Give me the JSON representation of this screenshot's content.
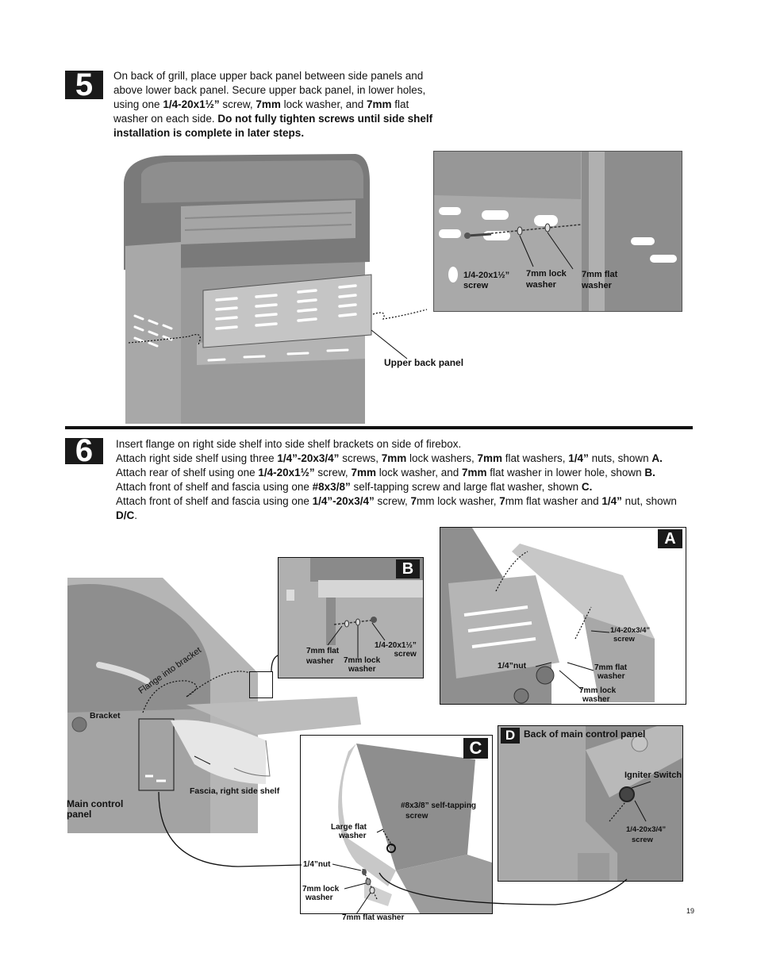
{
  "step5": {
    "number": "5",
    "lines": [
      [
        {
          "t": "On back of grill, place upper back panel between side panels and"
        }
      ],
      [
        {
          "t": "above lower back panel. Secure upper back panel, in lower holes,"
        }
      ],
      [
        {
          "t": "using one "
        },
        {
          "t": "1/4-20x1½”",
          "b": true
        },
        {
          "t": " screw, "
        },
        {
          "t": "7mm",
          "b": true
        },
        {
          "t": " lock washer, and "
        },
        {
          "t": "7mm",
          "b": true
        },
        {
          "t": " flat"
        }
      ],
      [
        {
          "t": "washer on each side. "
        },
        {
          "t": "Do not fully tighten screws until side shelf",
          "b": true
        }
      ],
      [
        {
          "t": "installation is complete in later steps.",
          "b": true
        }
      ]
    ],
    "labels": {
      "upper_back_panel": "Upper back panel",
      "screw_a": "1/4-20x1½”",
      "screw_b": "screw",
      "lock_a": "7mm lock",
      "lock_b": "washer",
      "flat_a": "7mm flat",
      "flat_b": "washer"
    }
  },
  "step6": {
    "number": "6",
    "lines": [
      [
        {
          "t": "Insert flange on right side shelf into side shelf brackets on side of firebox."
        }
      ],
      [
        {
          "t": "Attach right side shelf using three "
        },
        {
          "t": "1/4”-20x3/4”",
          "b": true
        },
        {
          "t": " screws, "
        },
        {
          "t": "7mm",
          "b": true
        },
        {
          "t": " lock washers, "
        },
        {
          "t": "7mm",
          "b": true
        },
        {
          "t": " flat washers, "
        },
        {
          "t": "1/4”",
          "b": true
        },
        {
          "t": " nuts, shown "
        },
        {
          "t": "A.",
          "b": true
        }
      ],
      [
        {
          "t": "Attach rear of shelf using one "
        },
        {
          "t": "1/4-20x1½”",
          "b": true
        },
        {
          "t": " screw, "
        },
        {
          "t": "7mm",
          "b": true
        },
        {
          "t": " lock washer, and "
        },
        {
          "t": "7mm",
          "b": true
        },
        {
          "t": " flat washer in lower hole, shown "
        },
        {
          "t": "B.",
          "b": true
        }
      ],
      [
        {
          "t": "Attach front of shelf and fascia using one "
        },
        {
          "t": "#8x3/8”",
          "b": true
        },
        {
          "t": " self-tapping screw and large  flat washer, shown "
        },
        {
          "t": "C.",
          "b": true
        }
      ],
      [
        {
          "t": "Attach front of shelf and fascia using one "
        },
        {
          "t": "1/4”-20x3/4”",
          "b": true
        },
        {
          "t": " screw, "
        },
        {
          "t": "7",
          "b": true
        },
        {
          "t": "mm lock washer, "
        },
        {
          "t": "7",
          "b": true
        },
        {
          "t": "mm flat washer and "
        },
        {
          "t": "1/4”",
          "b": true
        },
        {
          "t": " nut, shown "
        },
        {
          "t": "D/C",
          "b": true
        },
        {
          "t": "."
        }
      ]
    ],
    "main": {
      "flange": "Flange into bracket",
      "bracket": "Bracket",
      "fascia": "Fascia, right side shelf",
      "main_control_a": "Main control",
      "main_control_b": "panel"
    },
    "detail_a": {
      "badge": "A",
      "screw_a": "1/4-20x3/4”",
      "screw_b": "screw",
      "nut": "1/4”nut",
      "flat_a": "7mm flat",
      "flat_b": "washer",
      "lock_a": "7mm lock",
      "lock_b": "washer"
    },
    "detail_b": {
      "badge": "B",
      "flat_a": "7mm flat",
      "flat_b": "washer",
      "lock_a": "7mm lock",
      "lock_b": "washer",
      "screw_a": "1/4-20x1½”",
      "screw_b": "screw"
    },
    "detail_c": {
      "badge": "C",
      "tap_a": "#8x3/8” self-tapping",
      "tap_b": "screw",
      "large_a": "Large flat",
      "large_b": "washer",
      "nut": "1/4”nut",
      "lock_a": "7mm lock",
      "lock_b": "washer",
      "flat_a": "7mm flat",
      "flat_b": "washer"
    },
    "detail_d": {
      "badge": "D",
      "title": "Back of main control panel",
      "igniter": "Igniter Switch",
      "screw_a": "1/4-20x3/4”",
      "screw_b": "screw"
    }
  },
  "page_number": "19"
}
